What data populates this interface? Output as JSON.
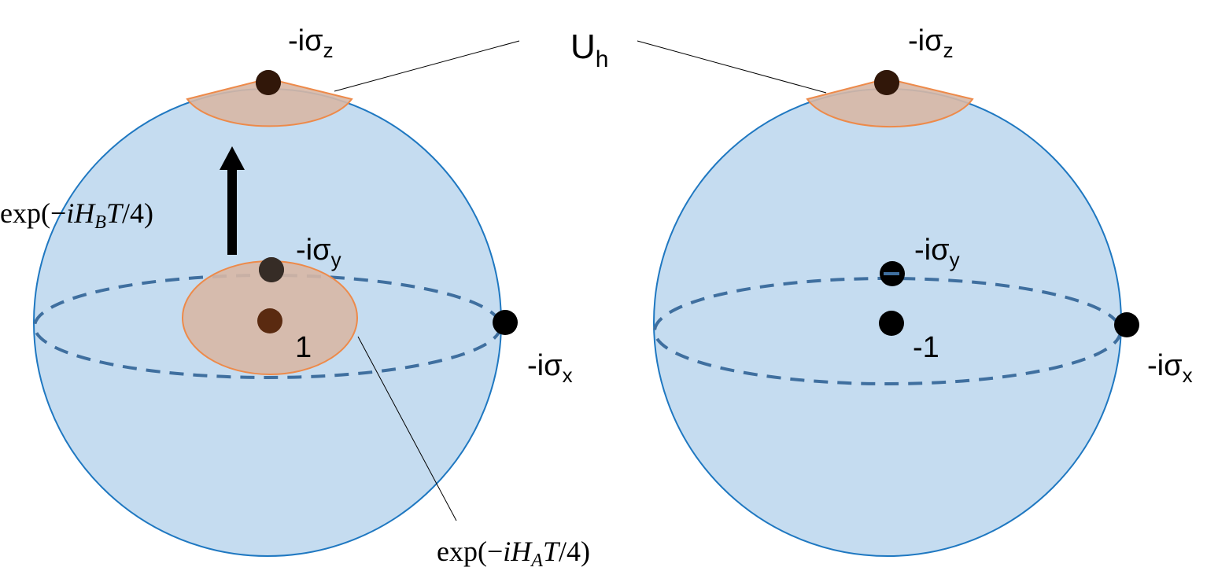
{
  "figure": {
    "top_label": {
      "main": "U",
      "sub": "h"
    },
    "colors": {
      "sphere_fill": "#c5dcf0",
      "sphere_stroke": "#1f78c1",
      "equator_stroke": "#3f6f9f",
      "region_fill": "#d7b7a5",
      "region_stroke": "#ed8a4a",
      "point_fill": "#000000",
      "shaded_point_fill": "#5a2a10",
      "leader_line": "#000000"
    },
    "left_sphere": {
      "labels": {
        "sz": {
          "prefix": "-iσ",
          "sub": "z"
        },
        "sy": {
          "prefix": "-iσ",
          "sub": "y"
        },
        "sx": {
          "prefix": "-iσ",
          "sub": "x"
        },
        "identity": "1"
      },
      "arrow_label": {
        "before": "exp(−",
        "i": "i",
        "H": "H",
        "sub": "B",
        "T": "T",
        "after": "/4)"
      },
      "bottom_label": {
        "before": "exp(−",
        "i": "i",
        "H": "H",
        "sub": "A",
        "T": "T",
        "after": "/4)"
      }
    },
    "right_sphere": {
      "labels": {
        "sz": {
          "prefix": "-iσ",
          "sub": "z"
        },
        "sy": {
          "prefix": "-iσ",
          "sub": "y"
        },
        "sx": {
          "prefix": "-iσ",
          "sub": "x"
        },
        "minus_identity": "-1"
      }
    }
  }
}
